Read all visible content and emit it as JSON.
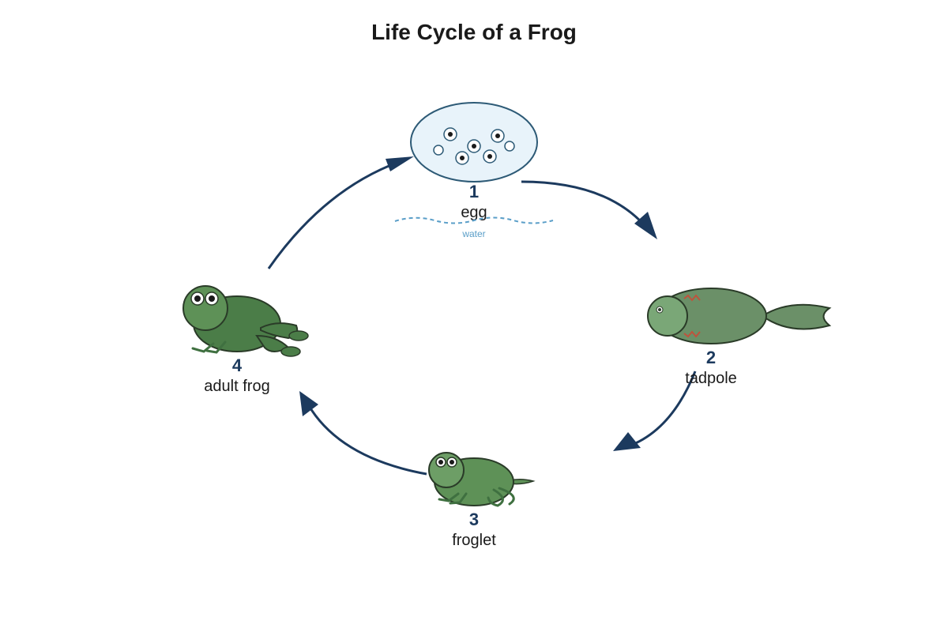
{
  "title": "Life Cycle of a Frog",
  "water_label": "water",
  "stages": [
    {
      "number": "1",
      "label": "egg",
      "icon": "egg-mass-icon"
    },
    {
      "number": "2",
      "label": "tadpole",
      "icon": "tadpole-icon"
    },
    {
      "number": "3",
      "label": "froglet",
      "icon": "froglet-icon"
    },
    {
      "number": "4",
      "label": "adult frog",
      "icon": "adult-frog-icon"
    }
  ],
  "colors": {
    "arrow": "#1c3a5e",
    "egg_fill": "#e8f3fa",
    "frog_dark": "#4b7d48",
    "frog_mid": "#5e9157",
    "tadpole": "#6b9068",
    "water": "#5a9ec8"
  }
}
